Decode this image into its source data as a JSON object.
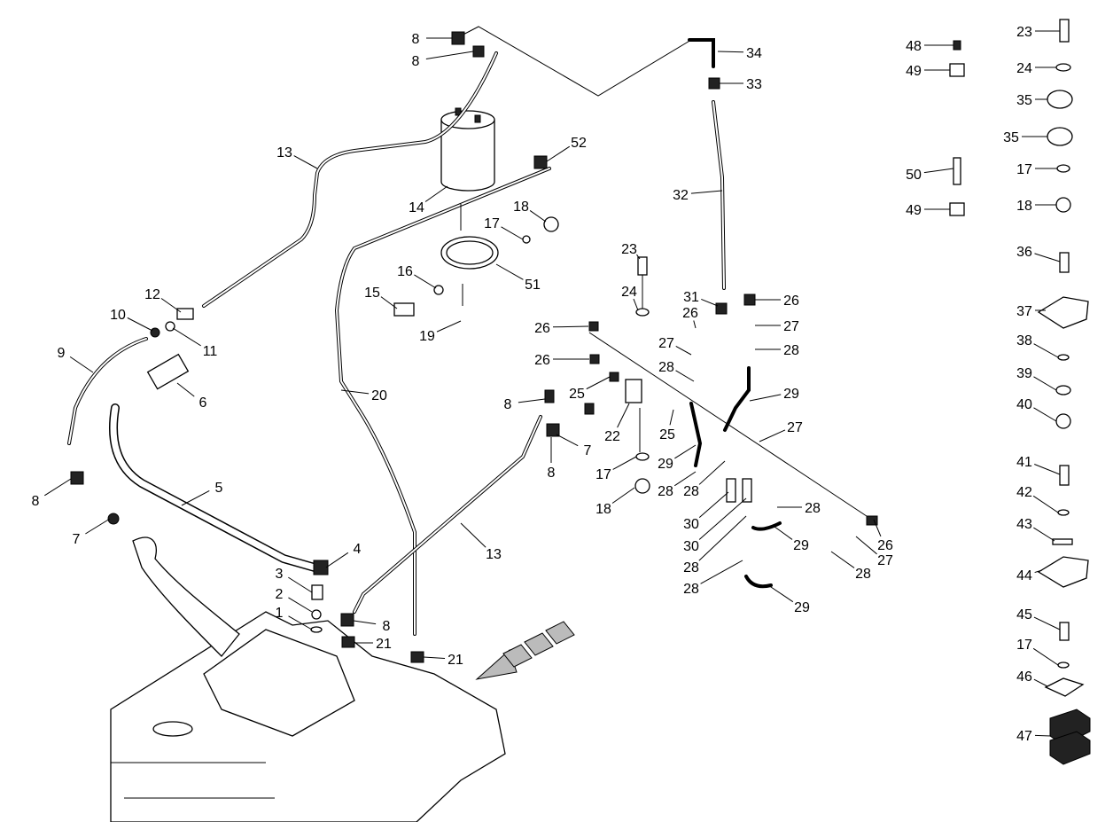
{
  "diagram": {
    "callouts": [
      "8",
      "8",
      "13",
      "14",
      "52",
      "34",
      "33",
      "32",
      "18",
      "17",
      "16",
      "51",
      "15",
      "19",
      "12",
      "10",
      "11",
      "9",
      "6",
      "20",
      "23",
      "24",
      "26",
      "31",
      "26",
      "27",
      "28",
      "26",
      "26",
      "27",
      "28",
      "25",
      "8",
      "22",
      "25",
      "29",
      "27",
      "7",
      "8",
      "17",
      "29",
      "28",
      "28",
      "18",
      "30",
      "30",
      "28",
      "29",
      "28",
      "28",
      "26",
      "27",
      "28",
      "29",
      "13",
      "5",
      "8",
      "7",
      "4",
      "3",
      "2",
      "1",
      "8",
      "21",
      "21",
      "48",
      "49",
      "50",
      "49",
      "23",
      "24",
      "35",
      "35",
      "17",
      "18",
      "36",
      "37",
      "38",
      "39",
      "40",
      "41",
      "42",
      "43",
      "44",
      "45",
      "17",
      "46",
      "47"
    ],
    "colors": {
      "line": "#000000",
      "background": "#ffffff"
    }
  }
}
